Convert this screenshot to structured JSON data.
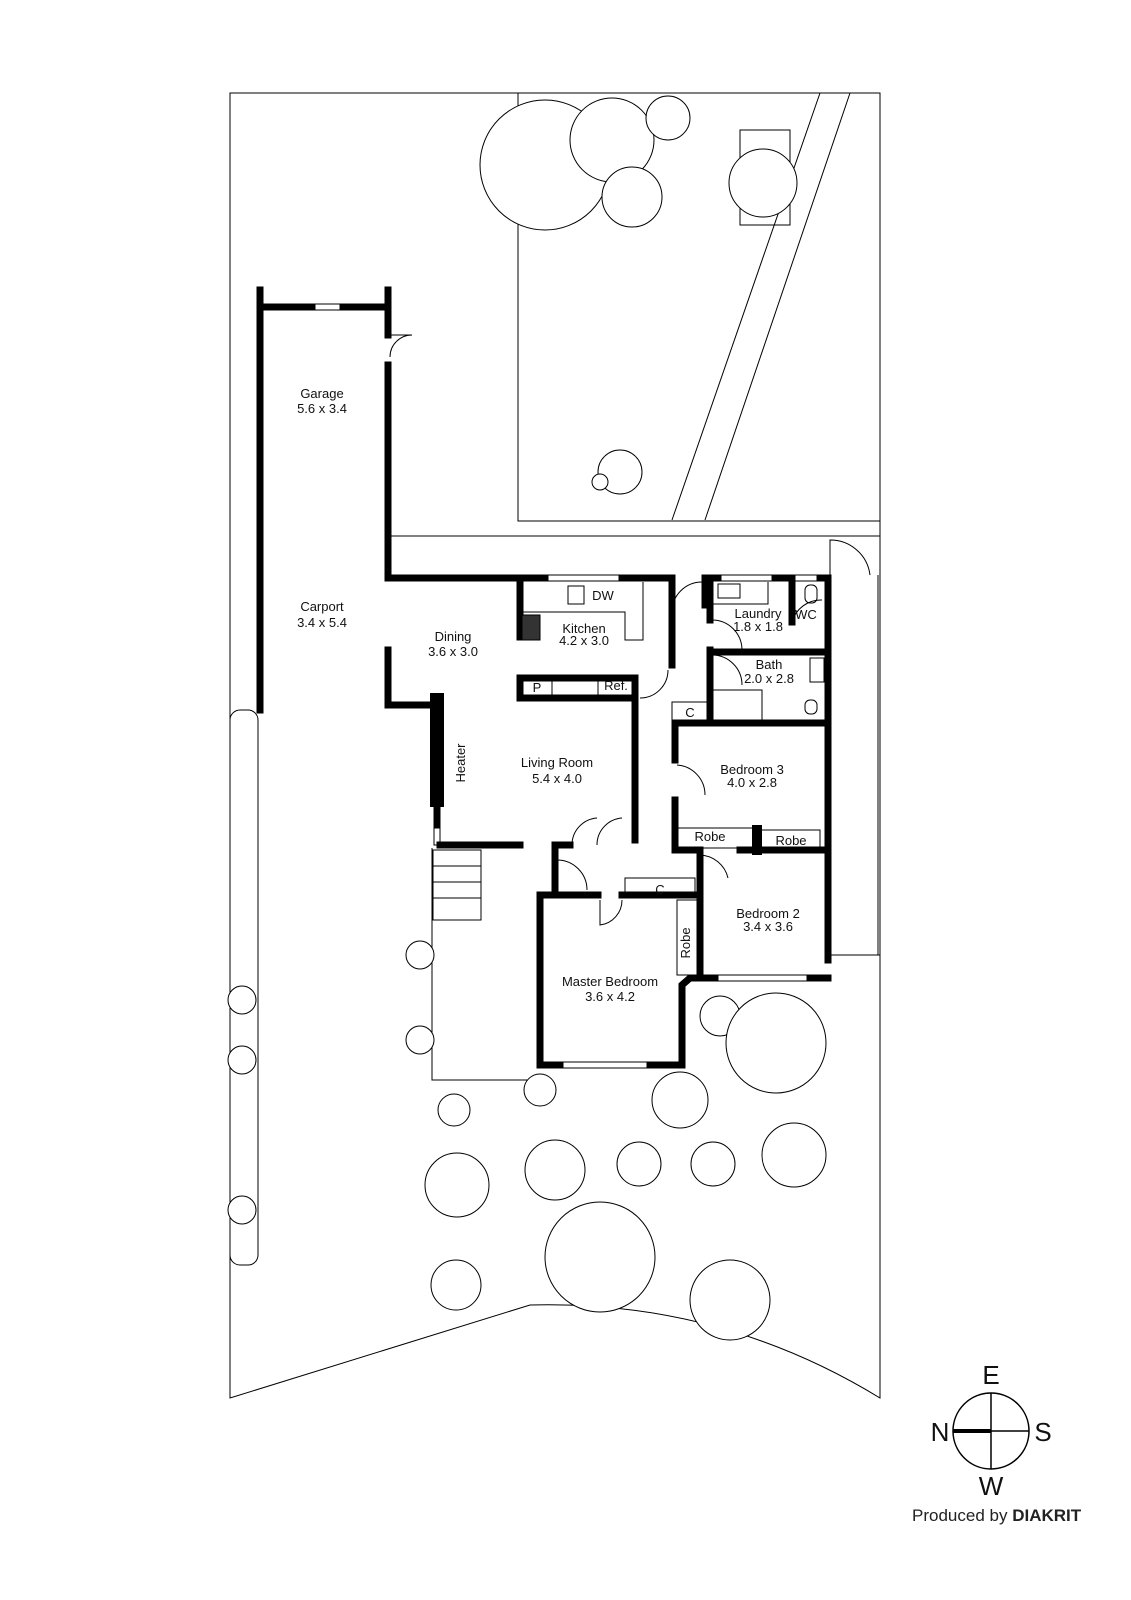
{
  "rooms": [
    {
      "name": "Garage",
      "dims": "5.6 x 3.4"
    },
    {
      "name": "Carport",
      "dims": "3.4 x 5.4"
    },
    {
      "name": "Dining",
      "dims": "3.6 x 3.0"
    },
    {
      "name": "Kitchen",
      "dims": "4.2 x 3.0"
    },
    {
      "name": "Laundry",
      "dims": "1.8 x 1.8"
    },
    {
      "name": "Bath",
      "dims": "2.0 x 2.8"
    },
    {
      "name": "Living Room",
      "dims": "5.4 x 4.0"
    },
    {
      "name": "Bedroom 3",
      "dims": "4.0 x 2.8"
    },
    {
      "name": "Bedroom 2",
      "dims": "3.4 x 3.6"
    },
    {
      "name": "Master Bedroom",
      "dims": "3.6 x 4.2"
    }
  ],
  "fixtures": {
    "dw": "DW",
    "wc": "WC",
    "pantry": "P",
    "ref": "Ref.",
    "heater": "Heater",
    "cupboard": "C",
    "robe": "Robe"
  },
  "compass": {
    "n": "N",
    "e": "E",
    "s": "S",
    "w": "W"
  },
  "credit": {
    "prefix": "Produced by ",
    "brand": "DIAKRIT"
  }
}
